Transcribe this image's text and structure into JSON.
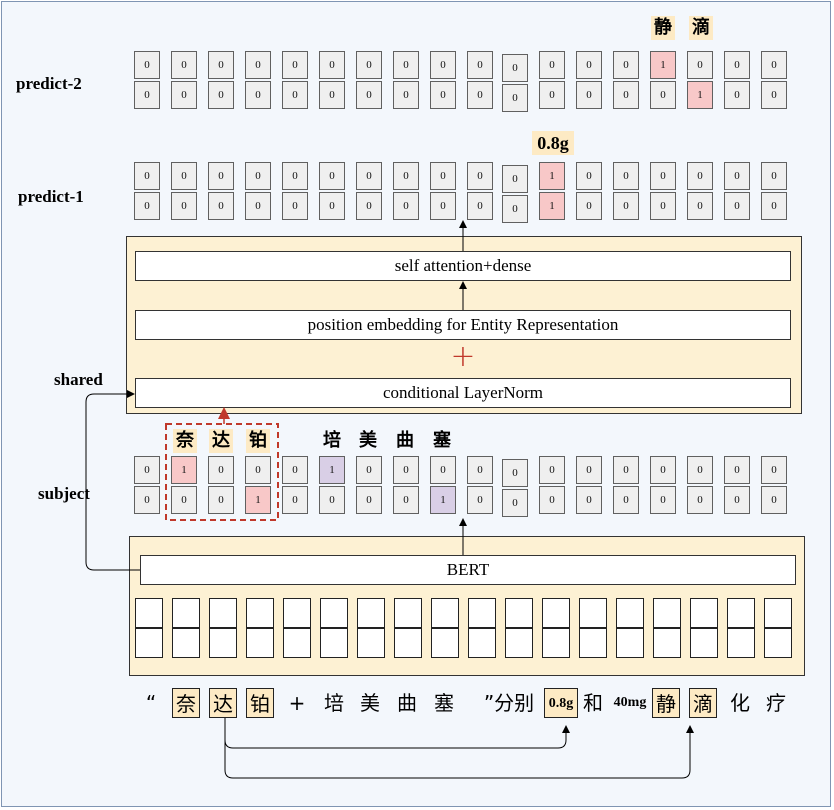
{
  "labels": {
    "predict2": "predict-2",
    "predict1": "predict-1",
    "shared": "shared",
    "subject": "subject"
  },
  "layers": {
    "attention": "self attention+dense",
    "position": "position embedding for Entity Representation",
    "layernorm": "conditional LayerNorm",
    "bert": "BERT"
  },
  "plus_sign": "+",
  "predict2": {
    "tags": [
      "静",
      "滴"
    ],
    "top": [
      "0",
      "0",
      "0",
      "0",
      "0",
      "0",
      "0",
      "0",
      "0",
      "0",
      "0",
      "0",
      "0",
      "0",
      "1",
      "0",
      "0",
      "0"
    ],
    "bottom": [
      "0",
      "0",
      "0",
      "0",
      "0",
      "0",
      "0",
      "0",
      "0",
      "0",
      "0",
      "0",
      "0",
      "0",
      "0",
      "1",
      "0",
      "0"
    ]
  },
  "predict1": {
    "tags": [
      "0.8g"
    ],
    "top": [
      "0",
      "0",
      "0",
      "0",
      "0",
      "0",
      "0",
      "0",
      "0",
      "0",
      "0",
      "1",
      "0",
      "0",
      "0",
      "0",
      "0",
      "0"
    ],
    "bottom": [
      "0",
      "0",
      "0",
      "0",
      "0",
      "0",
      "0",
      "0",
      "0",
      "0",
      "0",
      "1",
      "0",
      "0",
      "0",
      "0",
      "0",
      "0"
    ]
  },
  "subject": {
    "tags": [
      "奈",
      "达",
      "铂",
      "培",
      "美",
      "曲",
      "塞"
    ],
    "top": [
      "0",
      "1",
      "0",
      "0",
      "0",
      "1",
      "0",
      "0",
      "0",
      "0",
      "0",
      "0",
      "0",
      "0",
      "0",
      "0",
      "0",
      "0"
    ],
    "bottom": [
      "0",
      "0",
      "0",
      "1",
      "0",
      "0",
      "0",
      "0",
      "1",
      "0",
      "0",
      "0",
      "0",
      "0",
      "0",
      "0",
      "0",
      "0"
    ]
  },
  "sentence": [
    "“",
    "奈",
    "达",
    "铂",
    "+",
    "培",
    "美",
    "曲",
    "塞",
    "”分别",
    "0.8g",
    "和",
    "40mg",
    "静",
    "滴",
    "化",
    "疗"
  ],
  "colors": {
    "highlight_red": "#f8c8c8",
    "highlight_purple": "#d9cfe6",
    "panel_fill": "#fdf1d3",
    "tag_fill": "#fdeac4",
    "dashed_box": "#c0392b"
  }
}
